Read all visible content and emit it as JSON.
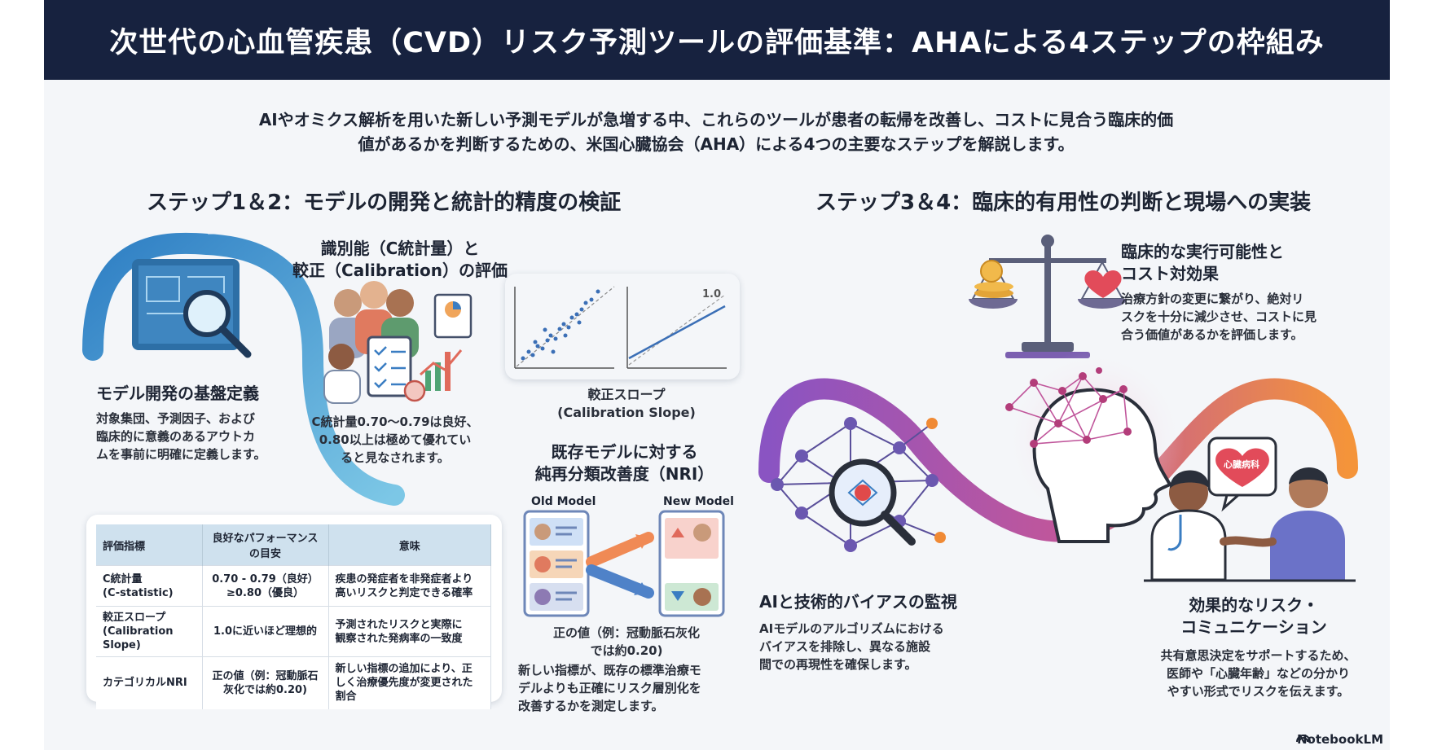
{
  "header": {
    "title": "次世代の心血管疾患（CVD）リスク予測ツールの評価基準：AHAによる4ステップの枠組み"
  },
  "intro": {
    "line1": "AIやオミクス解析を用いた新しい予測モデルが急増する中、これらのツールが患者の転帰を改善し、コストに見合う臨床的価",
    "line2": "値があるかを判断するための、米国心臓協会（AHA）による4つの主要なステップを解説します。"
  },
  "left_section": {
    "title": "ステップ1＆2：モデルの開発と統計的精度の検証",
    "foundation": {
      "title": "モデル開発の基盤定義",
      "desc1": "対象集団、予測因子、および",
      "desc2": "臨床的に意義のあるアウトカ",
      "desc3": "ムを事前に明確に定義します。"
    },
    "discrimination": {
      "title1": "識別能（C統計量）と",
      "title2": "較正（Calibration）の評価",
      "desc1": "C統計量0.70〜0.79は良好、",
      "desc2": "0.80以上は極めて優れてい",
      "desc3": "ると見なされます。"
    },
    "calibration_plot": {
      "label1": "較正スロープ",
      "label2": "(Calibration Slope)",
      "tick": "1.0"
    },
    "nri": {
      "title1": "既存モデルに対する",
      "title2": "純再分類改善度（NRI）",
      "old_label": "Old Model",
      "new_label": "New Model",
      "caption1": "正の値（例：冠動脈石灰化",
      "caption2": "では約0.20)",
      "desc1": "新しい指標が、既存の標準治療モ",
      "desc2": "デルよりも正確にリスク層別化を",
      "desc3": "改善するかを測定します。"
    },
    "table": {
      "headers": [
        "評価指標",
        "良好なパフォーマンス\nの目安",
        "意味"
      ],
      "rows": [
        [
          "C統計量\n(C-statistic)",
          "0.70 - 0.79（良好）\n≥0.80（優良）",
          "疾患の発症者を非発症者より\n高いリスクと判定できる確率"
        ],
        [
          "較正スロープ\n(Calibration Slope)",
          "1.0に近いほど理想的",
          "予測されたリスクと実際に\n観察された発病率の一致度"
        ],
        [
          "カテゴリカルNRI",
          "正の値（例：冠動脈石\n灰化では約0.20)",
          "新しい指標の追加により、正\nしく治療優先度が変更された\n割合"
        ]
      ]
    }
  },
  "right_section": {
    "title": "ステップ3＆4：臨床的有用性の判断と現場への実装",
    "feasibility": {
      "title1": "臨床的な実行可能性と",
      "title2": "コスト対効果",
      "desc1": "治療方針の変更に繋がり、絶対リ",
      "desc2": "スクを十分に減少させ、コストに見",
      "desc3": "合う価値があるかを評価します。"
    },
    "bias": {
      "title": "AIと技術的バイアスの監視",
      "desc1": "AIモデルのアルゴリズムにおける",
      "desc2": "バイアスを排除し、異なる施設",
      "desc3": "間での再現性を確保します。"
    },
    "communication": {
      "title1": "効果的なリスク・",
      "title2": "コミュニケーション",
      "desc1": "共有意思決定をサポートするため、",
      "desc2": "医師や「心臓年齢」などの分かり",
      "desc3": "やすい形式でリスクを伝えます。",
      "bubble_text": "心臓病科"
    }
  },
  "brand": {
    "name": "NotebookLM"
  },
  "colors": {
    "header_bg": "#17223f",
    "blue_ribbon": "#3a9fd4",
    "purple": "#7b4fb5",
    "orange": "#f08a35"
  }
}
